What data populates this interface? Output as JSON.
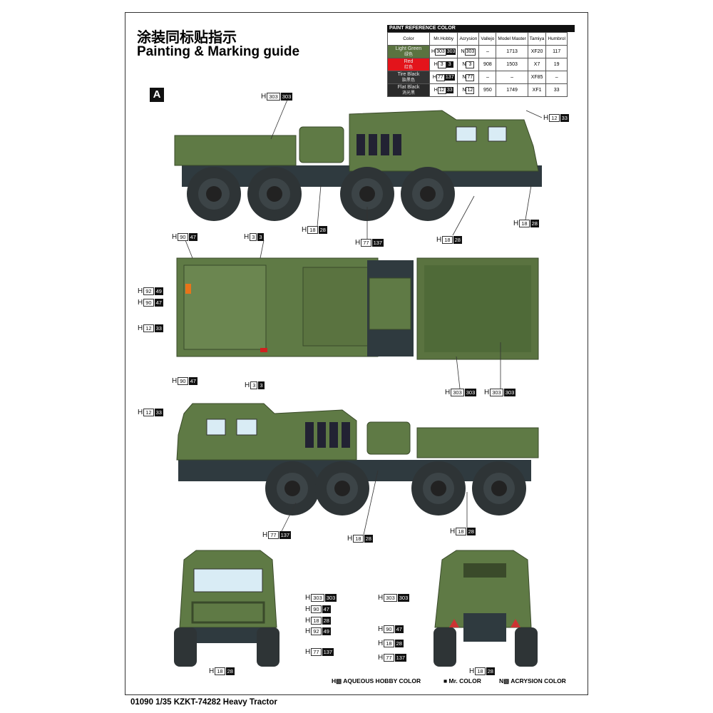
{
  "title_cn": "涂装同标贴指示",
  "title_en": "Painting & Marking guide",
  "section": "A",
  "paint_table": {
    "header": "PAINT REFERENCE COLOR",
    "columns": [
      "Color",
      "Mr.Hobby",
      "Acrysion",
      "Vallejo",
      "Model Master",
      "Tamiya",
      "Humbrol"
    ],
    "rows": [
      {
        "color": "Light Green",
        "cn": "绿色",
        "swatch": "#5a7340",
        "h": "303",
        "hb": "303",
        "n": "303",
        "vallejo": "–",
        "mm": "1713",
        "tamiya": "XF20",
        "humbrol": "117"
      },
      {
        "color": "Red",
        "cn": "红色",
        "swatch": "#e3141b",
        "h": "3",
        "hb": "3",
        "n": "3",
        "vallejo": "908",
        "mm": "1503",
        "tamiya": "X7",
        "humbrol": "19"
      },
      {
        "color": "Tire Black",
        "cn": "胎黑色",
        "swatch": "#333333",
        "h": "77",
        "hb": "137",
        "n": "77",
        "vallejo": "–",
        "mm": "–",
        "tamiya": "XF85",
        "humbrol": "–"
      },
      {
        "color": "Flat Black",
        "cn": "消光黑",
        "swatch": "#2a2a2a",
        "h": "12",
        "hb": "33",
        "n": "12",
        "vallejo": "950",
        "mm": "1749",
        "tamiya": "XF1",
        "humbrol": "33"
      }
    ]
  },
  "labels": [
    {
      "p": "H",
      "w": "303",
      "b": "303"
    },
    {
      "p": "H",
      "w": "12",
      "b": "33"
    },
    {
      "p": "H",
      "w": "18",
      "b": "28"
    },
    {
      "p": "H",
      "w": "77",
      "b": "137"
    },
    {
      "p": "H",
      "w": "18",
      "b": "28"
    },
    {
      "p": "H",
      "w": "18",
      "b": "28"
    },
    {
      "p": "H",
      "w": "90",
      "b": "47"
    },
    {
      "p": "H",
      "w": "3",
      "b": "3"
    },
    {
      "p": "H",
      "w": "92",
      "b": "49"
    },
    {
      "p": "H",
      "w": "90",
      "b": "47"
    },
    {
      "p": "H",
      "w": "12",
      "b": "33"
    },
    {
      "p": "H",
      "w": "90",
      "b": "47"
    },
    {
      "p": "H",
      "w": "3",
      "b": "3"
    },
    {
      "p": "H",
      "w": "303",
      "b": "303"
    },
    {
      "p": "H",
      "w": "303",
      "b": "303"
    },
    {
      "p": "H",
      "w": "12",
      "b": "33"
    },
    {
      "p": "H",
      "w": "77",
      "b": "137"
    },
    {
      "p": "H",
      "w": "18",
      "b": "28"
    },
    {
      "p": "H",
      "w": "18",
      "b": "28"
    },
    {
      "p": "H",
      "w": "303",
      "b": "303"
    },
    {
      "p": "H",
      "w": "90",
      "b": "47"
    },
    {
      "p": "H",
      "w": "18",
      "b": "28"
    },
    {
      "p": "H",
      "w": "92",
      "b": "49"
    },
    {
      "p": "H",
      "w": "77",
      "b": "137"
    },
    {
      "p": "H",
      "w": "18",
      "b": "28"
    },
    {
      "p": "H",
      "w": "303",
      "b": "303"
    },
    {
      "p": "H",
      "w": "90",
      "b": "47"
    },
    {
      "p": "H",
      "w": "18",
      "b": "28"
    },
    {
      "p": "H",
      "w": "77",
      "b": "137"
    },
    {
      "p": "H",
      "w": "18",
      "b": "28"
    }
  ],
  "legend": {
    "aqueous": "H▧ AQUEOUS HOBBY COLOR",
    "mr": "■ Mr. COLOR",
    "acrysion": "N▧ ACRYSION COLOR"
  },
  "footer": "01090 1/35 KZKT-74282 Heavy Tractor"
}
